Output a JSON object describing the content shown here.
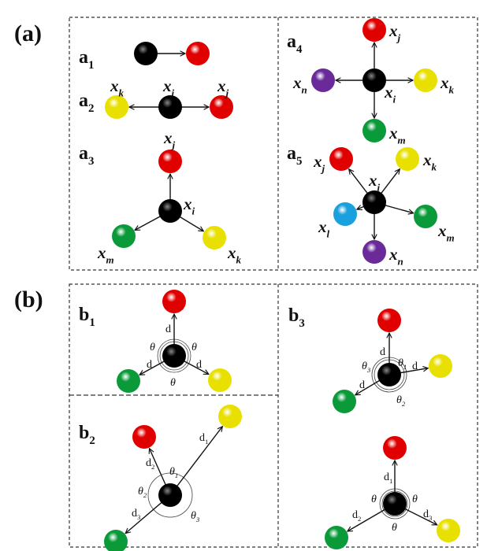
{
  "colors": {
    "black": "#000000",
    "red": "#e00000",
    "yellow": "#e8e000",
    "green": "#0a9a3a",
    "purple": "#6a2a9a",
    "blue": "#1aa0dc"
  },
  "panel_a": {
    "label": "(a)",
    "a1": {
      "tag": [
        "a",
        "1"
      ]
    },
    "a2": {
      "tag": [
        "a",
        "2"
      ],
      "xk": [
        "x",
        "k"
      ],
      "xi": [
        "x",
        "i"
      ],
      "xj": [
        "x",
        "j"
      ]
    },
    "a3": {
      "tag": [
        "a",
        "3"
      ],
      "xj": [
        "x",
        "j"
      ],
      "xi": [
        "x",
        "i"
      ],
      "xm": [
        "x",
        "m"
      ],
      "xk": [
        "x",
        "k"
      ]
    },
    "a4": {
      "tag": [
        "a",
        "4"
      ],
      "xj": [
        "x",
        "j"
      ],
      "xi": [
        "x",
        "i"
      ],
      "xn": [
        "x",
        "n"
      ],
      "xk": [
        "x",
        "k"
      ],
      "xm": [
        "x",
        "m"
      ]
    },
    "a5": {
      "tag": [
        "a",
        "5"
      ],
      "xj": [
        "x",
        "j"
      ],
      "xi": [
        "x",
        "i"
      ],
      "xk": [
        "x",
        "k"
      ],
      "xl": [
        "x",
        "l"
      ],
      "xm": [
        "x",
        "m"
      ],
      "xn": [
        "x",
        "n"
      ]
    }
  },
  "panel_b": {
    "label": "(b)",
    "b1": {
      "tag": [
        "b",
        "1"
      ],
      "d_up": [
        "d",
        ""
      ],
      "d_left": [
        "d",
        ""
      ],
      "d_right": [
        "d",
        ""
      ],
      "theta_left": [
        "θ",
        ""
      ],
      "theta_right": [
        "θ",
        ""
      ],
      "theta_bottom": [
        "θ",
        ""
      ]
    },
    "b2": {
      "tag": [
        "b",
        "2"
      ],
      "d1": [
        "d",
        "1"
      ],
      "d2": [
        "d",
        "2"
      ],
      "d3": [
        "d",
        "3"
      ],
      "theta1": [
        "θ",
        "1"
      ],
      "theta2": [
        "θ",
        "2"
      ],
      "theta3": [
        "θ",
        "3"
      ]
    },
    "b3_top": {
      "tag": [
        "b",
        "3"
      ],
      "d_up": [
        "d",
        ""
      ],
      "d_right": [
        "d",
        ""
      ],
      "d_left": [
        "d",
        ""
      ],
      "theta1": [
        "θ",
        "1"
      ],
      "theta2": [
        "θ",
        "2"
      ],
      "theta3": [
        "θ",
        "3"
      ]
    },
    "b3_bottom": {
      "d1": [
        "d",
        "1"
      ],
      "d2": [
        "d",
        "2"
      ],
      "d3": [
        "d",
        "3"
      ],
      "theta_left": [
        "θ",
        ""
      ],
      "theta_right": [
        "θ",
        ""
      ],
      "theta_bottom": [
        "θ",
        ""
      ]
    }
  }
}
